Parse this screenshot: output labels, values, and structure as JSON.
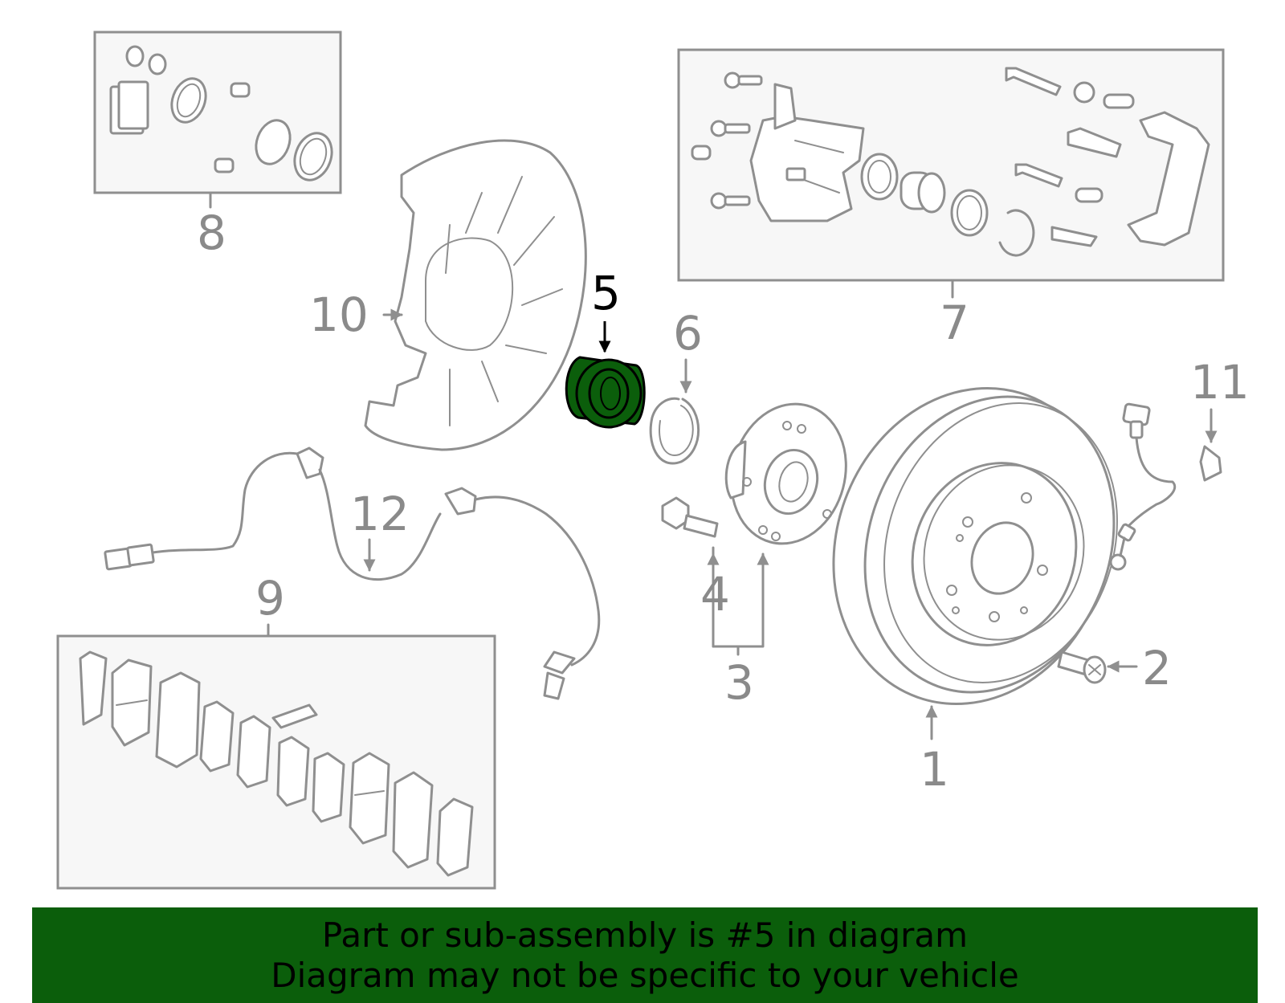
{
  "callouts": {
    "c1": "1",
    "c2": "2",
    "c3": "3",
    "c4": "4",
    "c5": "5",
    "c6": "6",
    "c7": "7",
    "c8": "8",
    "c9": "9",
    "c10": "10",
    "c11": "11",
    "c12": "12"
  },
  "highlight": {
    "part": "5",
    "color": "#0b5e0b"
  },
  "colors": {
    "linework": "#8f8f8f",
    "banner": "#0b5e0b",
    "kit_box_fill": "#f7f7f7"
  },
  "banner": {
    "line1": "Part or sub-assembly is #5 in diagram",
    "line2": "Diagram may not be specific to your vehicle"
  }
}
